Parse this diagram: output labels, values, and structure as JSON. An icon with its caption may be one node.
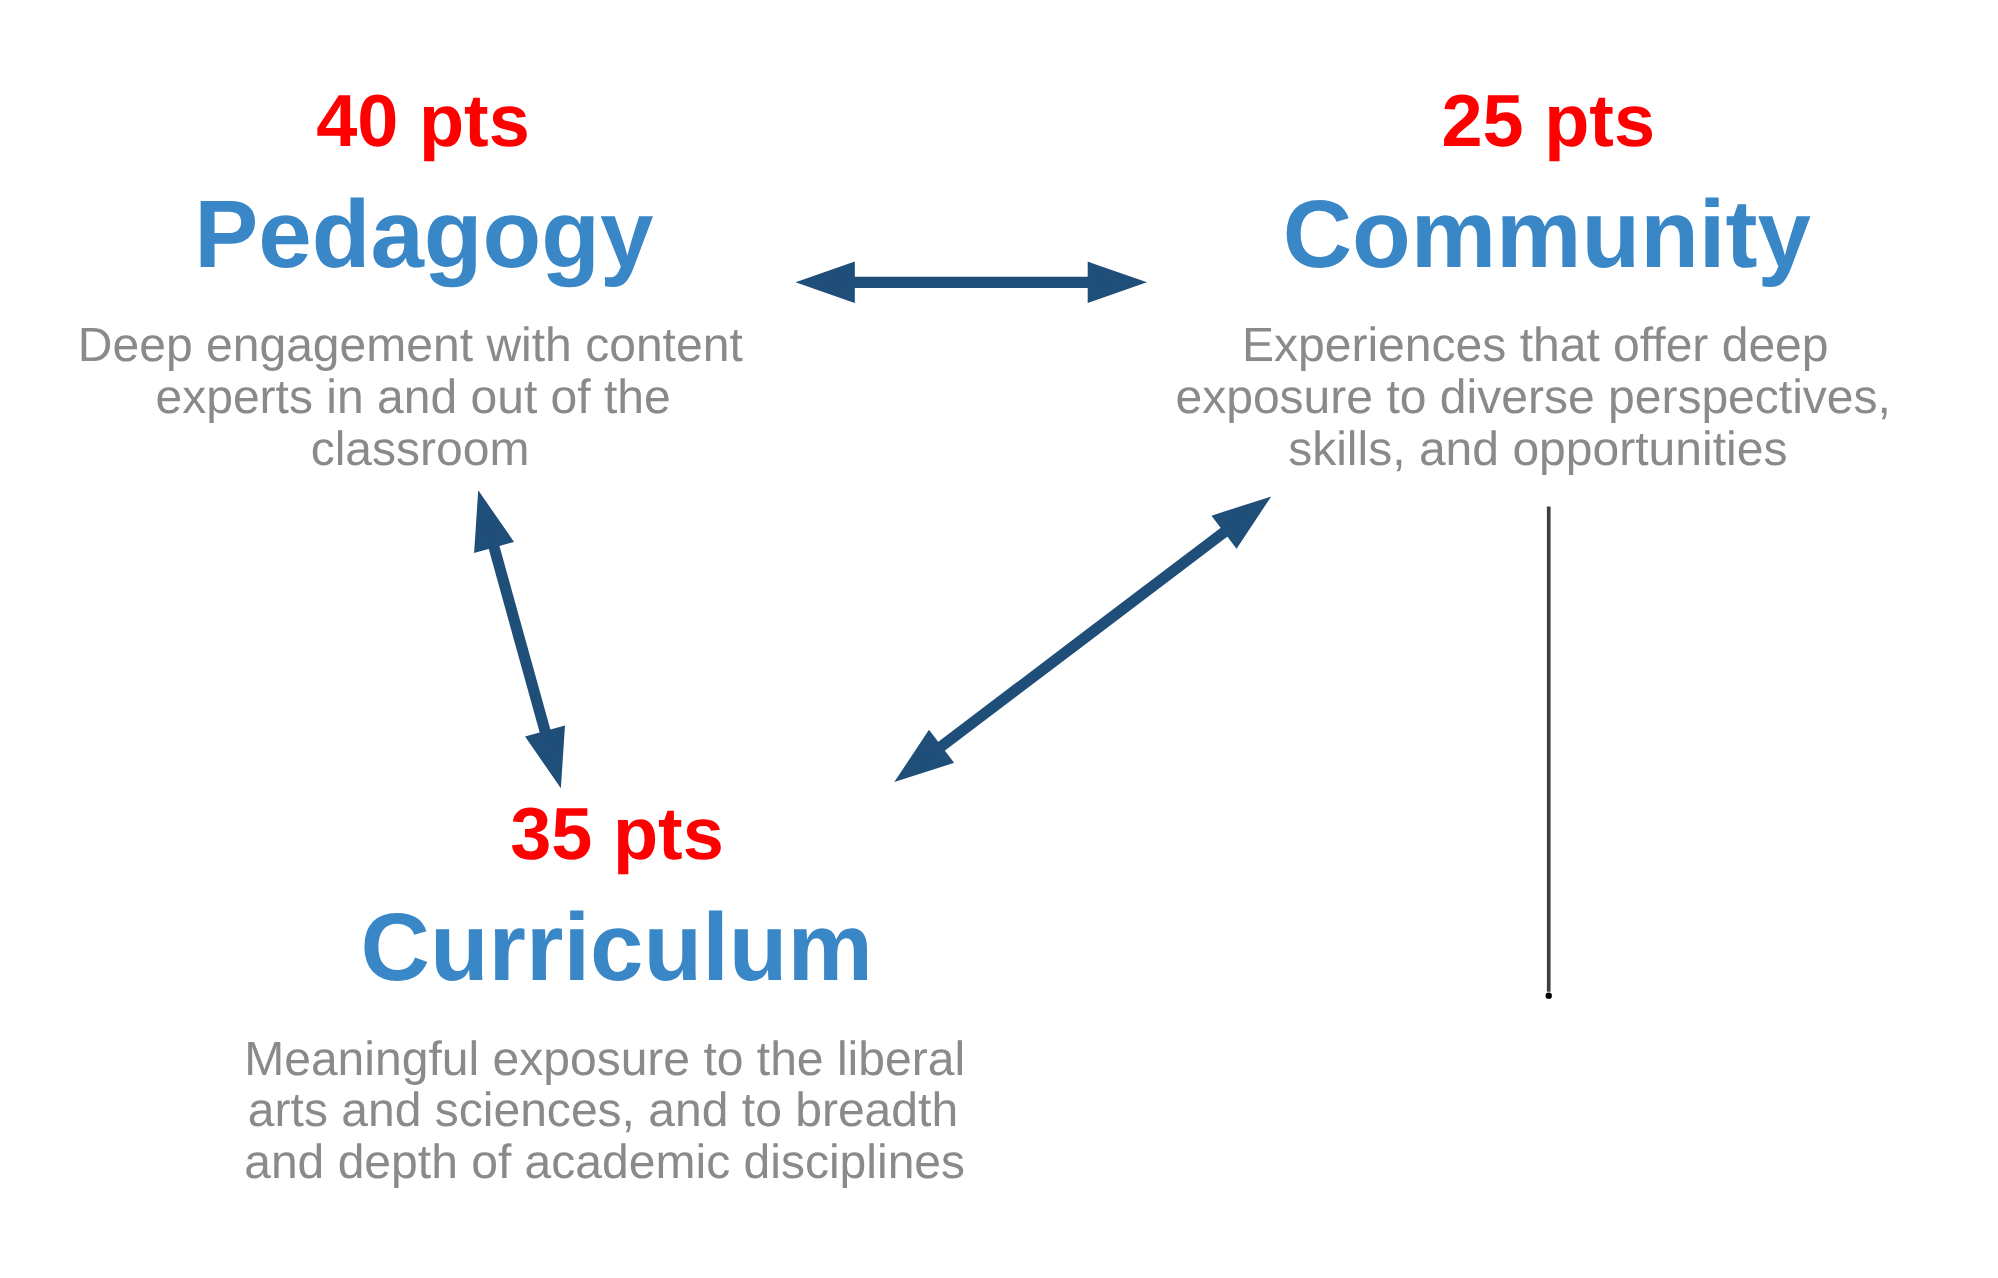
{
  "diagram": {
    "nodes": [
      {
        "text": [
          "Pedagogy",
          "Deep engagement with content experts in and out of the classroom"
        ],
        "beside": [
          "40 pts"
        ]
      },
      {
        "text": [
          "Community",
          "Experiences that offer deep exposure to diverse perspectives, skills, and opportunities"
        ],
        "beside": [
          "25 pts"
        ]
      },
      {
        "text": [
          "Curriculum",
          "Meaningful exposure to the liberal arts and sciences, and to breadth and depth of academic disciplines"
        ],
        "beside": [
          "35 pts"
        ]
      }
    ],
    "edges": [
      {
        "from": 0,
        "to": 1,
        "arrow": "both"
      },
      {
        "from": 0,
        "to": 2,
        "arrow": "both"
      },
      {
        "from": 1,
        "to": 2,
        "arrow": "both"
      },
      {
        "from": 1,
        "to": null,
        "arrow": "none",
        "color": "#404040"
      }
    ]
  }
}
